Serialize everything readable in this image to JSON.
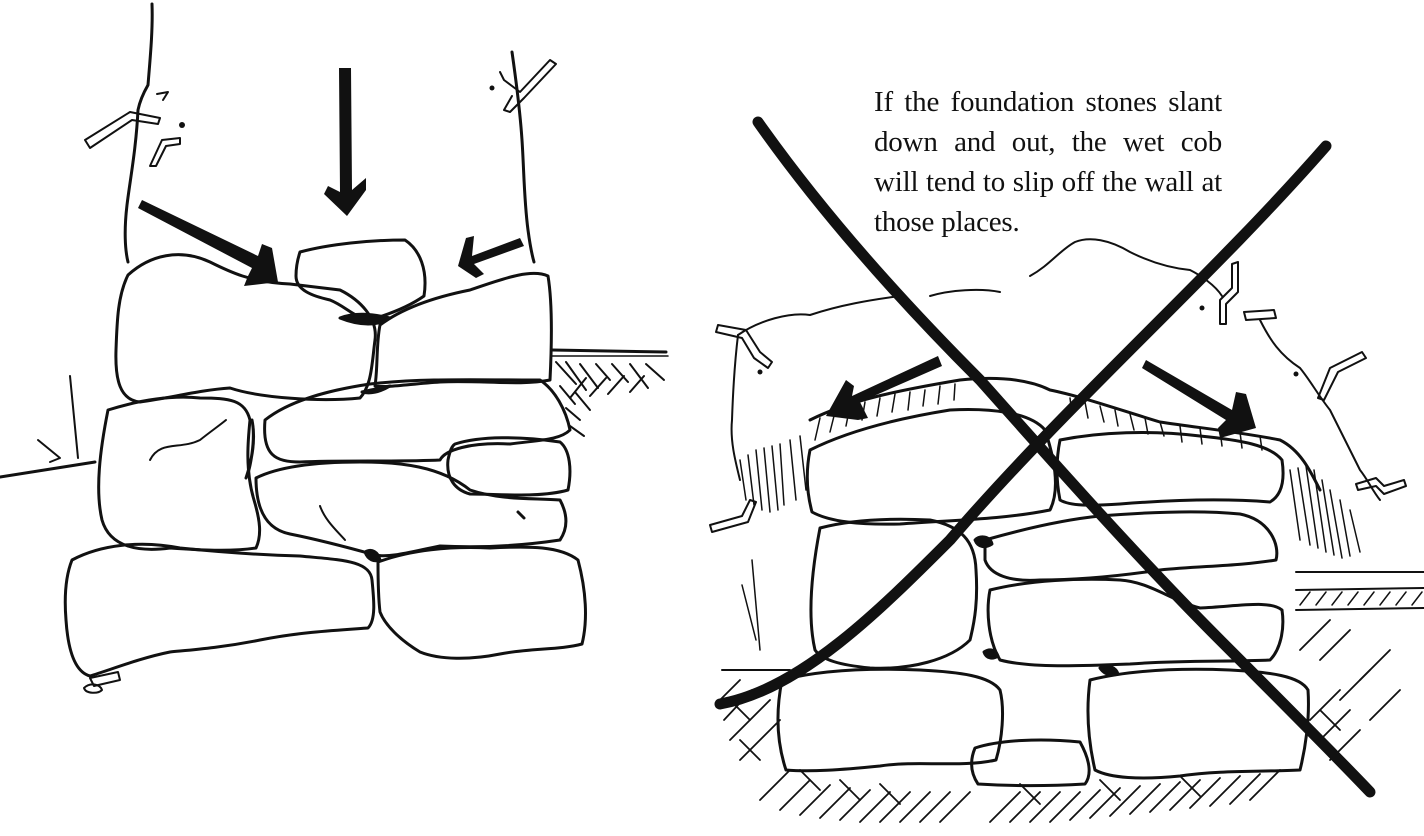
{
  "figure": {
    "left_panel": {
      "label": "correct foundation: stones slant inward, arrows show cob pressing down and in"
    },
    "right_panel": {
      "label": "incorrect foundation: stones slant down and out, crossed out"
    },
    "caption": "If the foundation stones slant down and out, the wet cob will tend to slip off the wall at those places.",
    "colors": {
      "ink": "#111111",
      "paper": "#ffffff"
    }
  }
}
